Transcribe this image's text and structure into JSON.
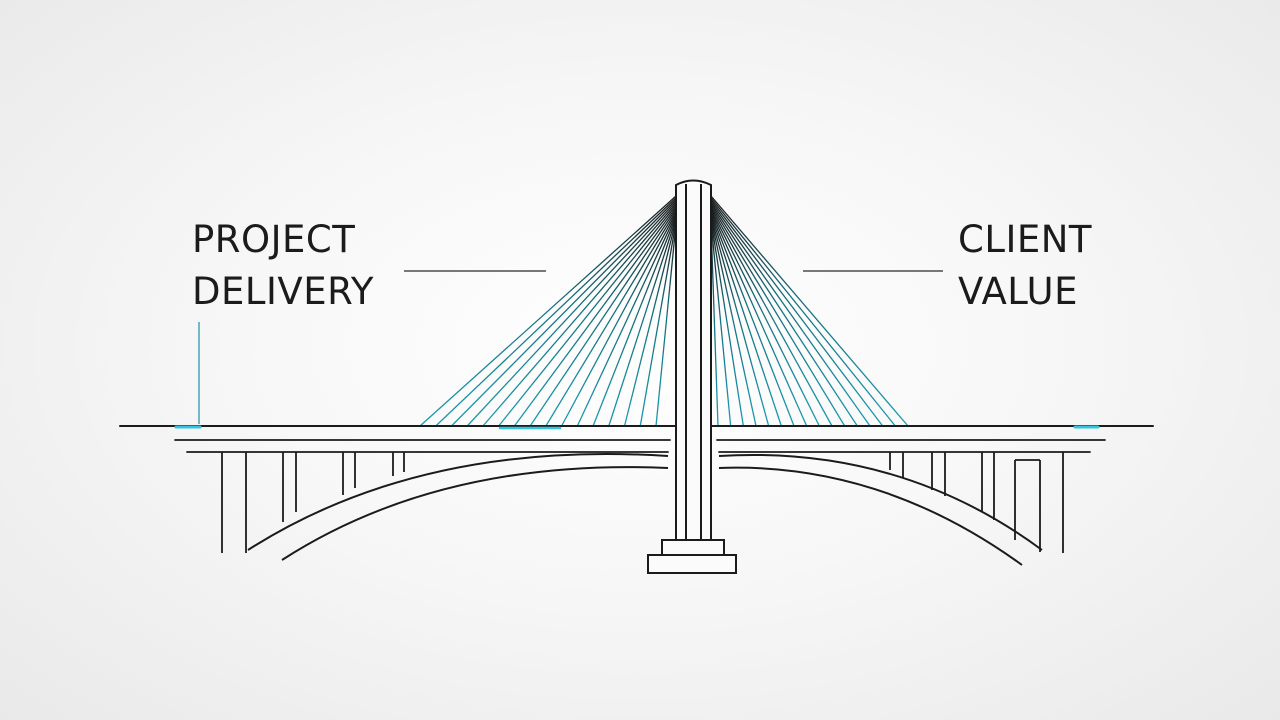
{
  "labels": {
    "left": {
      "line1": "PROJECT",
      "line2": "DELIVERY"
    },
    "right": {
      "line1": "CLIENT",
      "line2": "VALUE"
    }
  },
  "colors": {
    "ink": "#1b1b1b",
    "accent": "#1a8fa8",
    "accent_glow": "#35c3e0",
    "background": "#f4f4f4"
  },
  "icons": [
    "cable-stayed-bridge-illustration"
  ]
}
